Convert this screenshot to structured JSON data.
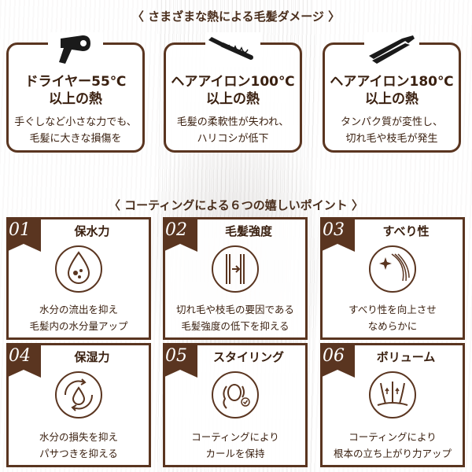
{
  "colors": {
    "brand_brown": "#5a3520",
    "text_brown": "#3a2010"
  },
  "heat_section": {
    "title": "〈 さまざまな熱による毛髪ダメージ 〉",
    "cards": [
      {
        "icon": "hair-dryer-icon",
        "title_line1": "ドライヤー55℃",
        "title_line2": "以上の熱",
        "desc_line1": "手ぐしなど小さな力でも、",
        "desc_line2": "毛髪に大きな損傷を"
      },
      {
        "icon": "curling-iron-icon",
        "title_line1": "ヘアアイロン100℃",
        "title_line2": "以上の熱",
        "desc_line1": "毛髪の柔軟性が失われ、",
        "desc_line2": "ハリコシが低下"
      },
      {
        "icon": "flat-iron-icon",
        "title_line1": "ヘアアイロン180℃",
        "title_line2": "以上の熱",
        "desc_line1": "タンパク質が変性し、",
        "desc_line2": "切れ毛や枝毛が発生"
      }
    ]
  },
  "points_section": {
    "title": "〈 コーティングによる６つの嬉しいポイント 〉",
    "points": [
      {
        "num": "01",
        "title": "保水力",
        "icon": "water-drop-icon",
        "desc_line1": "水分の流出を抑え",
        "desc_line2": "毛髪内の水分量アップ"
      },
      {
        "num": "02",
        "title": "毛髪強度",
        "icon": "hair-strength-icon",
        "desc_line1": "切れ毛や枝毛の要因である",
        "desc_line2": "毛髪強度の低下を抑える"
      },
      {
        "num": "03",
        "title": "すべり性",
        "icon": "smooth-hair-icon",
        "desc_line1": "すべり性を向上させ",
        "desc_line2": "なめらかに"
      },
      {
        "num": "04",
        "title": "保湿力",
        "icon": "moisture-cycle-icon",
        "desc_line1": "水分の損失を抑え",
        "desc_line2": "パサつきを抑える"
      },
      {
        "num": "05",
        "title": "スタイリング",
        "icon": "curl-styling-icon",
        "desc_line1": "コーティングにより",
        "desc_line2": "カールを保持"
      },
      {
        "num": "06",
        "title": "ボリューム",
        "icon": "volume-root-icon",
        "desc_line1": "コーティングにより",
        "desc_line2": "根本の立ち上がり力アップ"
      }
    ]
  }
}
